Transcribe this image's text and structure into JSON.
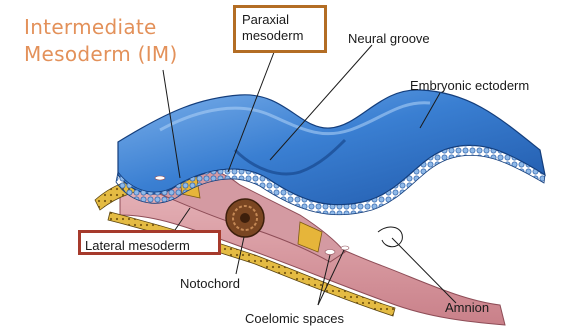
{
  "title": {
    "line1": "Intermediate",
    "line2": "Mesoderm (IM)",
    "color": "#e3915a"
  },
  "labels": {
    "paraxial_line1": "Paraxial",
    "paraxial_line2": "mesoderm",
    "neural_groove": "Neural groove",
    "embryonic_ectoderm": "Embryonic ectoderm",
    "lateral_mesoderm": "Lateral mesoderm",
    "notochord": "Notochord",
    "amnion": "Amnion",
    "coelomic_spaces": "Coelomic spaces"
  },
  "colors": {
    "ectoderm": "#2f6fc4",
    "ectoderm_light": "#6fa4e2",
    "mesoderm": "#d99fa7",
    "yellow_layer": "#e3b83b",
    "notochord": "#6b3a1e",
    "paraxial_box": "#b36d24",
    "lateral_box": "#a63a2c"
  }
}
